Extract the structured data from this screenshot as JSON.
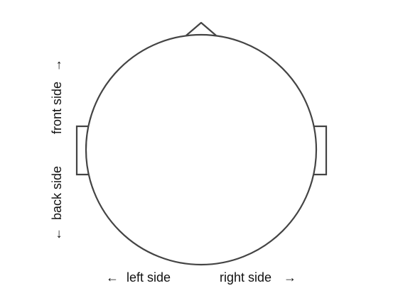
{
  "labels": {
    "front_side": "front side",
    "back_side": "back side",
    "left_side": "left side",
    "right_side": "right side"
  },
  "arrows": {
    "up": "→",
    "down": "←",
    "left": "←",
    "right": "→"
  },
  "colors": {
    "stroke": "#444444",
    "text": "#111111",
    "background": "#ffffff"
  }
}
